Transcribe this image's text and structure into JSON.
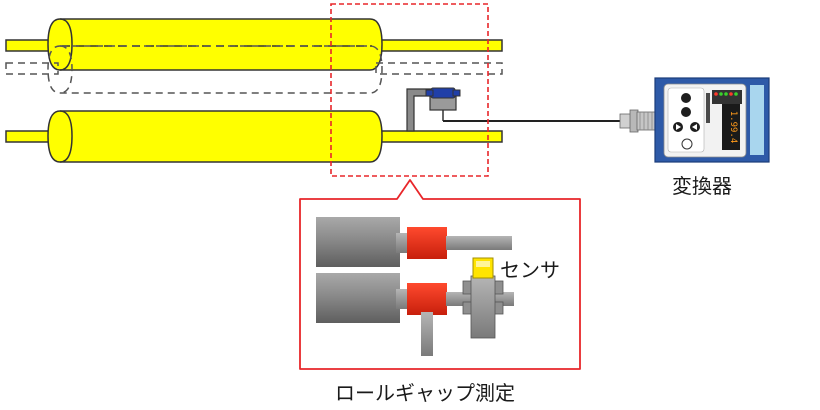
{
  "labels": {
    "converter": "変換器",
    "sensor": "センサ",
    "caption": "ロールギャップ測定"
  },
  "device": {
    "display_value": "1.99.4"
  },
  "colors": {
    "roll_yellow": "#ffff00",
    "outline": "#333333",
    "highlight_red": "#e8262a",
    "device_blue": "#2e5aa8",
    "device_panel": "#f2f2f2",
    "bearing_red": "#e8311b",
    "steel_gray": "#8a8a8a",
    "sensor_yellow": "#ffe400",
    "mount_blue": "#203fa8"
  },
  "icons": {
    "converter": "converter-device-icon",
    "connector": "cable-connector-icon"
  }
}
